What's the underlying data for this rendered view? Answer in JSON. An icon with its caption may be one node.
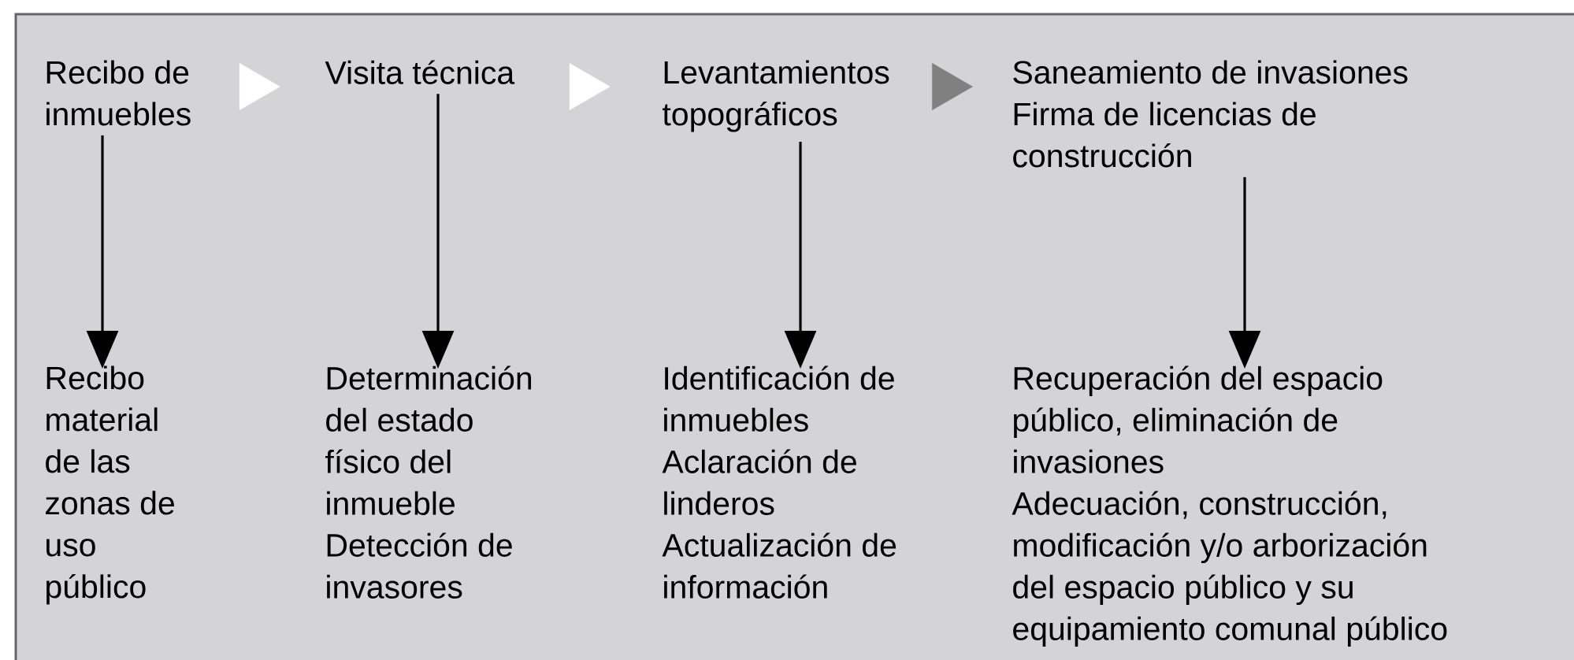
{
  "diagram": {
    "nodes": [
      {
        "text": [
          "Recibo de inmuebles"
        ]
      },
      {
        "text": [
          "Visita técnica"
        ]
      },
      {
        "text": [
          "Levantamientos topográficos"
        ]
      },
      {
        "text": [
          "Saneamiento de invasiones",
          "Firma de licencias de construcción"
        ]
      },
      {
        "text": [
          "Recibo material de las zonas de uso público"
        ]
      },
      {
        "text": [
          "Determinación del estado físico del inmueble",
          "Detección de invasores"
        ]
      },
      {
        "text": [
          "Identificación de inmuebles",
          "Aclaración de linderos",
          "Actualización de información"
        ]
      },
      {
        "text": [
          "Recuperación del espacio público, eliminación de invasiones",
          "Adecuación, construcción, modificación y/o arborización del espacio público y su equipamiento comunal público"
        ]
      }
    ],
    "edges": [
      {
        "from": 0,
        "to": 1,
        "arrow": "to",
        "color": "#ffffff"
      },
      {
        "from": 1,
        "to": 2,
        "arrow": "to",
        "color": "#ffffff"
      },
      {
        "from": 2,
        "to": 3,
        "arrow": "to",
        "color": "#808080"
      },
      {
        "from": 0,
        "to": 4,
        "arrow": "to"
      },
      {
        "from": 1,
        "to": 5,
        "arrow": "to"
      },
      {
        "from": 2,
        "to": 6,
        "arrow": "to"
      },
      {
        "from": 3,
        "to": 7,
        "arrow": "to"
      }
    ]
  }
}
